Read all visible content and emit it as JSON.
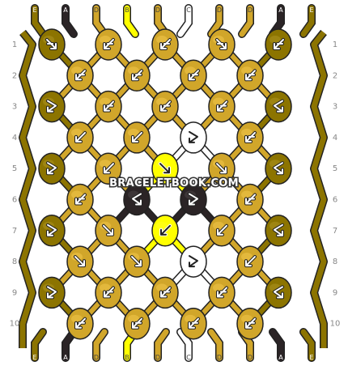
{
  "watermark": "BRACELETBOOK.COM",
  "colors": {
    "A": "#2b2426",
    "B": "#ffff00",
    "C": "#ffffff",
    "D": "#d1a62a",
    "E": "#8c7400"
  },
  "strings_top": [
    "E",
    "A",
    "D",
    "B",
    "D",
    "C",
    "D",
    "D",
    "A",
    "E"
  ],
  "strings_bottom": [
    "E",
    "A",
    "D",
    "B",
    "D",
    "C",
    "D",
    "D",
    "A",
    "E"
  ],
  "row_numbers": [
    "1",
    "2",
    "3",
    "4",
    "5",
    "6",
    "7",
    "8",
    "9",
    "10"
  ],
  "knots": [
    {
      "row": 1,
      "items": [
        {
          "color": "E",
          "dir": "ff"
        },
        {
          "color": "D",
          "dir": "bb"
        },
        {
          "color": "D",
          "dir": "bb"
        },
        {
          "color": "D",
          "dir": "ff"
        },
        {
          "color": "E",
          "dir": "bb"
        }
      ]
    },
    {
      "row": 2,
      "items": [
        {
          "color": "D",
          "dir": "bb"
        },
        {
          "color": "D",
          "dir": "bb"
        },
        {
          "color": "D",
          "dir": "bb"
        },
        {
          "color": "D",
          "dir": "bb"
        }
      ]
    },
    {
      "row": 3,
      "items": [
        {
          "color": "E",
          "dir": "fb"
        },
        {
          "color": "D",
          "dir": "bb"
        },
        {
          "color": "D",
          "dir": "bb"
        },
        {
          "color": "D",
          "dir": "bb"
        },
        {
          "color": "E",
          "dir": "bf"
        }
      ]
    },
    {
      "row": 4,
      "items": [
        {
          "color": "D",
          "dir": "b"
        },
        {
          "color": "D",
          "dir": "b"
        },
        {
          "color": "C",
          "dir": "fb"
        },
        {
          "color": "D",
          "dir": "bb"
        }
      ]
    },
    {
      "row": 5,
      "items": [
        {
          "color": "E",
          "dir": "fb"
        },
        {
          "color": "D",
          "dir": "b"
        },
        {
          "color": "B",
          "dir": "f"
        },
        {
          "color": "D",
          "dir": "f"
        },
        {
          "color": "E",
          "dir": "bf"
        }
      ]
    },
    {
      "row": 6,
      "items": [
        {
          "color": "D",
          "dir": "bb"
        },
        {
          "color": "A",
          "dir": "bf"
        },
        {
          "color": "A",
          "dir": "fb"
        },
        {
          "color": "D",
          "dir": "bb"
        }
      ]
    },
    {
      "row": 7,
      "items": [
        {
          "color": "E",
          "dir": "fb"
        },
        {
          "color": "D",
          "dir": "f"
        },
        {
          "color": "B",
          "dir": "b"
        },
        {
          "color": "D",
          "dir": "b"
        },
        {
          "color": "E",
          "dir": "bf"
        }
      ]
    },
    {
      "row": 8,
      "items": [
        {
          "color": "D",
          "dir": "f"
        },
        {
          "color": "D",
          "dir": "f"
        },
        {
          "color": "C",
          "dir": "fb"
        },
        {
          "color": "D",
          "dir": "b"
        }
      ]
    },
    {
      "row": 9,
      "items": [
        {
          "color": "E",
          "dir": "fb"
        },
        {
          "color": "D",
          "dir": "bb"
        },
        {
          "color": "D",
          "dir": "bb"
        },
        {
          "color": "D",
          "dir": "bb"
        },
        {
          "color": "E",
          "dir": "bf"
        }
      ]
    },
    {
      "row": 10,
      "items": [
        {
          "color": "D",
          "dir": "bb"
        },
        {
          "color": "D",
          "dir": "bb"
        },
        {
          "color": "D",
          "dir": "bb"
        },
        {
          "color": "D",
          "dir": "bb"
        }
      ]
    }
  ]
}
